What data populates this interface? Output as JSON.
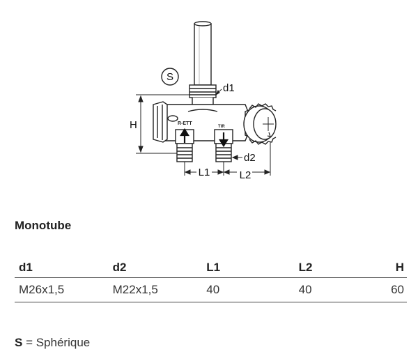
{
  "diagram": {
    "labels": {
      "s": "S",
      "d1": "d1",
      "d2": "d2",
      "h": "H",
      "l1": "L1",
      "l2": "L2"
    },
    "valve_markings": {
      "brand": "R-ETT",
      "side": "TIR"
    }
  },
  "section": {
    "title": "Monotube"
  },
  "table": {
    "headers": [
      "d1",
      "d2",
      "L1",
      "L2",
      "H"
    ],
    "rows": [
      [
        "M26x1,5",
        "M22x1,5",
        "40",
        "40",
        "60"
      ]
    ]
  },
  "legend": {
    "key": "S",
    "text": " = Sphérique"
  }
}
